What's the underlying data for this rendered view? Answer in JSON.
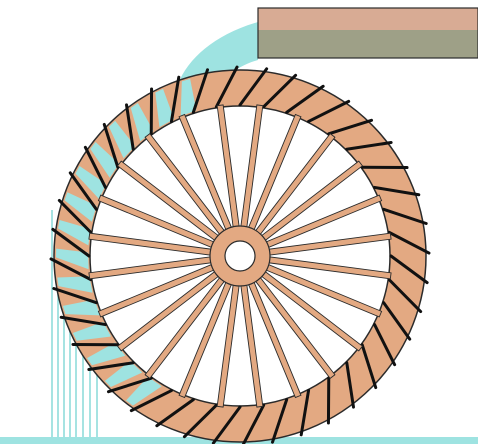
{
  "diagram": {
    "colors": {
      "water": "#9ee3e1",
      "water_edge": "#6fd3d1",
      "wood": "#e3a982",
      "wood_outline": "#2b2b2b",
      "bucket_blade": "#111111",
      "flume_top": "#d8ab94",
      "flume_bottom": "#9ea087",
      "background": "#ffffff"
    },
    "wheel": {
      "spoke_count": 24,
      "bucket_count": 40,
      "filled_bucket_start_deg": 120,
      "filled_bucket_end_deg": 248
    }
  }
}
